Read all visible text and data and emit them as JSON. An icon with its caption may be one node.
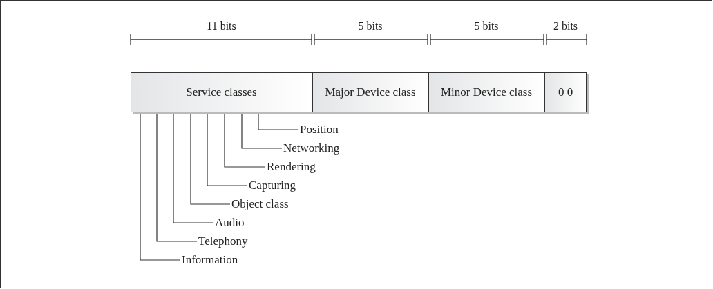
{
  "diagram": {
    "nodes": [
      {
        "text": [
          "Service classes"
        ]
      },
      {
        "text": [
          "Major Device class"
        ]
      },
      {
        "text": [
          "Minor Device class"
        ]
      },
      {
        "text": [
          "0 0"
        ]
      },
      {
        "text": [
          "Position"
        ]
      },
      {
        "text": [
          "Networking"
        ]
      },
      {
        "text": [
          "Rendering"
        ]
      },
      {
        "text": [
          "Capturing"
        ]
      },
      {
        "text": [
          "Object class"
        ]
      },
      {
        "text": [
          "Audio"
        ]
      },
      {
        "text": [
          "Telephony"
        ]
      },
      {
        "text": [
          "Information"
        ]
      }
    ],
    "edges": [
      {
        "from": 4,
        "to": 0,
        "arrow": "none"
      },
      {
        "from": 5,
        "to": 0,
        "arrow": "none"
      },
      {
        "from": 6,
        "to": 0,
        "arrow": "none"
      },
      {
        "from": 7,
        "to": 0,
        "arrow": "none"
      },
      {
        "from": 8,
        "to": 0,
        "arrow": "none"
      },
      {
        "from": 9,
        "to": 0,
        "arrow": "none"
      },
      {
        "from": 10,
        "to": 0,
        "arrow": "none"
      },
      {
        "from": 11,
        "to": 0,
        "arrow": "none"
      }
    ],
    "labels": [
      "11 bits",
      "5 bits",
      "5 bits",
      "2 bits"
    ]
  }
}
